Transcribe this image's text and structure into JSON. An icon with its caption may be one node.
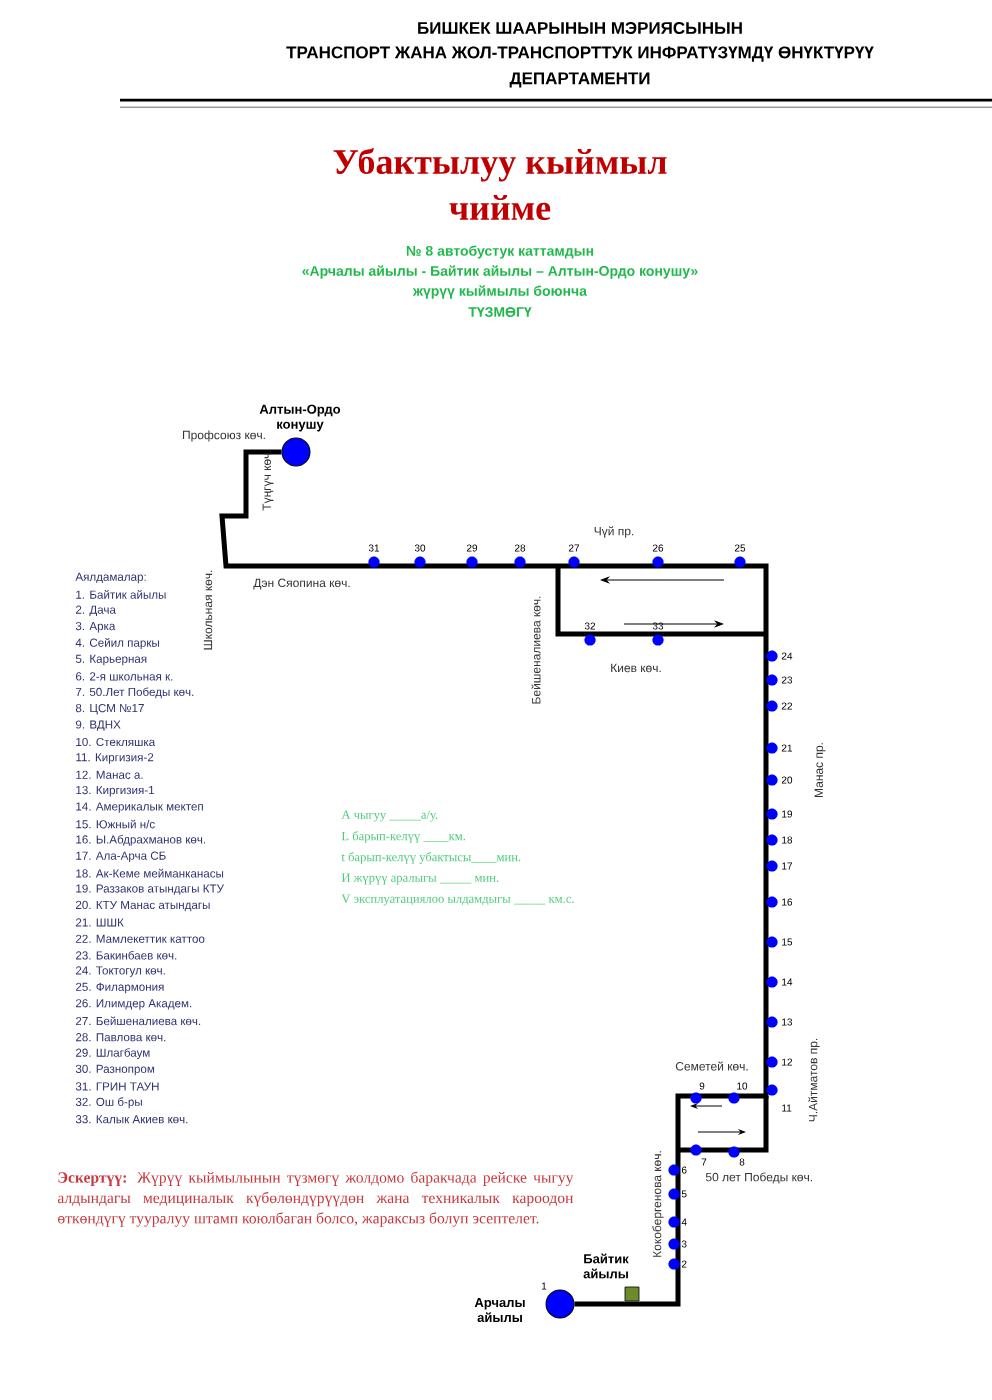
{
  "diagram": {
    "title": "Убактылуу кыймыл чийме",
    "nodes": [
      {
        "text": [
          "Алтын-Ордо конушу"
        ]
      },
      {
        "text": [
          "Байтик айылы"
        ]
      },
      {
        "text": [
          "Арчалы айылы"
        ],
        "beside": [
          "1"
        ]
      }
    ],
    "edges": [
      {
        "from": 2,
        "to": 0,
        "arrow": "none"
      }
    ],
    "labels": [
      "БИШКЕК ШААРЫНЫН  МЭРИЯСЫНЫН",
      "ТРАНСПОРТ ЖАНА ЖОЛ-ТРАНСПОРТТУК ИНФРАТҮЗҮМДҮ ӨНҮКТҮРҮҮ",
      "ДЕПАРТАМЕНТИ",
      "№ 8  автобустук каттамдын",
      "«Арчалы айылы - Байтик айылы – Алтын-Ордо конушу»",
      "жүрүү кыймылы боюнча",
      "ТҮЗМӨГҮ",
      "Профсоюз көч.",
      "Түңгүч көч.",
      "Школьная көч.",
      "Чүй пр.",
      "31",
      "30",
      "29",
      "28",
      "27",
      "26",
      "25",
      "Дэн Сяопина көч.",
      "Бейшеналиева көч.",
      "32",
      "33",
      "Киев көч.",
      "Аялдамалар:",
      "1. Байтик  айылы",
      "2. Дача",
      "3. Арка",
      "4. Сейил паркы",
      "5. Карьерная",
      "6. 2-я школьная к.",
      "7. 50.Лет Победы көч.",
      "8. ЦСМ №17",
      "9. ВДНХ",
      "10. Стекляшка",
      "11. Киргизия-2",
      "12. Манас а.",
      "13. Киргизия-1",
      "14. Америкалык мектеп",
      "15. Южный н/с",
      "16. Ы.Абдрахманов көч.",
      "17. Ала-Арча СБ",
      "18. Ак-Кеме мейманканасы",
      "19. Раззаков атындагы КТУ",
      "20. КТУ Манас атындагы",
      "21. ШШК",
      "22. Мамлекеттик каттоо",
      "23. Бакинбаев көч.",
      "24. Токтогул көч.",
      "25. Филармония",
      "26. Илимдер Академ.",
      "27. Бейшеналиева көч.",
      "28. Павлова көч.",
      "29. Шлагбаум",
      "30. Разнопром",
      "31. ГРИН ТАУН",
      "32. Ош б-ры",
      "33. Калык Акиев көч.",
      "24",
      "23",
      "22",
      "21",
      "20",
      "19",
      "18",
      "17",
      "16",
      "15",
      "14",
      "13",
      "12",
      "Манас пр.",
      "А чыгуу  _____а/у.",
      "L барып-келүү  ____км.",
      "t барып-келүү убактысы____мин.",
      "И жүрүү аралыгы _____      мин.",
      "V эксплуатациялоо ылдамдыгы _____ км.с.",
      "Семетей көч.",
      "9",
      "10",
      "11",
      "Ч.Айтматов пр.",
      "7",
      "8",
      "50 лет Победы көч.",
      "6",
      "5",
      "4",
      "3",
      "2",
      "Кокобергенова көч.",
      "**Эскертүү:** Жүрүү кыймылынын түзмөгү жолдомо баракчада рейске чыгуу алдындагы медициналык күбөлөндүрүүдөн жана техникалык кароодон өткөндүгү тууралуу штамп коюлбаган болсо, жараксыз болуп эсептелет."
    ]
  }
}
